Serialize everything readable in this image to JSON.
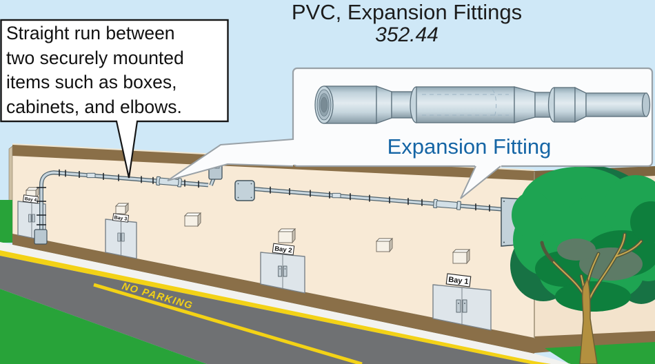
{
  "title": {
    "line1": "PVC, Expansion Fittings",
    "line2": "352.44"
  },
  "callout": {
    "lines": [
      "Straight run between",
      "two securely mounted",
      "items such as boxes,",
      "cabinets, and elbows."
    ]
  },
  "inset": {
    "label": "Expansion Fitting"
  },
  "road": {
    "marking": "NO PARKING"
  },
  "bays": [
    {
      "label": "Bay 4"
    },
    {
      "label": "Bay 3"
    },
    {
      "label": "Bay 2"
    },
    {
      "label": "Bay 1"
    }
  ],
  "colors": {
    "sky": "#cfe8f7",
    "wall": "#f8ead6",
    "trim_brown": "#8a6f48",
    "road_gray": "#6f7173",
    "grass_green": "#28a339",
    "line_yellow": "#f3d216",
    "accent_blue": "#1565a5",
    "conduit_gray": "#c8d6de"
  }
}
